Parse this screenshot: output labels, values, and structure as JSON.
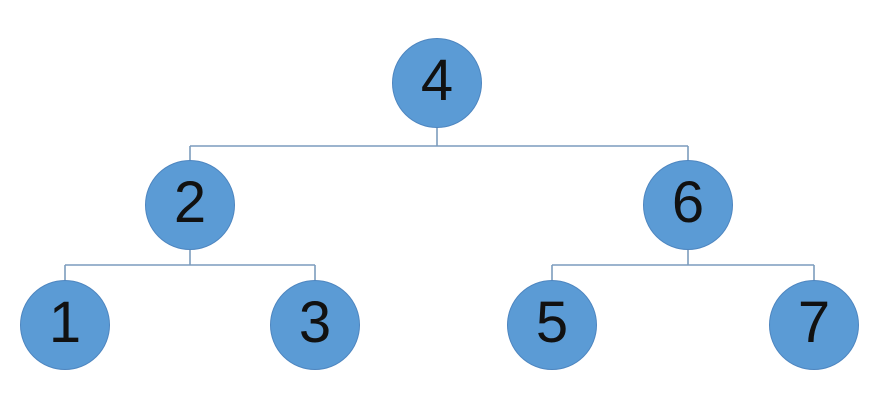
{
  "diagram": {
    "type": "binary-tree",
    "description": "Binary search tree of seven numbered nodes",
    "nodes": [
      {
        "id": "n4",
        "label": "4",
        "level": 0,
        "parent": null
      },
      {
        "id": "n2",
        "label": "2",
        "level": 1,
        "parent": "4"
      },
      {
        "id": "n6",
        "label": "6",
        "level": 1,
        "parent": "4"
      },
      {
        "id": "n1",
        "label": "1",
        "level": 2,
        "parent": "2"
      },
      {
        "id": "n3",
        "label": "3",
        "level": 2,
        "parent": "2"
      },
      {
        "id": "n5",
        "label": "5",
        "level": 2,
        "parent": "6"
      },
      {
        "id": "n7",
        "label": "7",
        "level": 2,
        "parent": "6"
      }
    ],
    "edges": [
      {
        "from": "4",
        "to": "2"
      },
      {
        "from": "4",
        "to": "6"
      },
      {
        "from": "2",
        "to": "1"
      },
      {
        "from": "2",
        "to": "3"
      },
      {
        "from": "6",
        "to": "5"
      },
      {
        "from": "6",
        "to": "7"
      }
    ],
    "colors": {
      "node_fill": "#5b9bd5",
      "node_edge": "#4e86c0",
      "connector": "#7c9cbd",
      "label_text": "#111111",
      "background": "#ffffff"
    }
  }
}
